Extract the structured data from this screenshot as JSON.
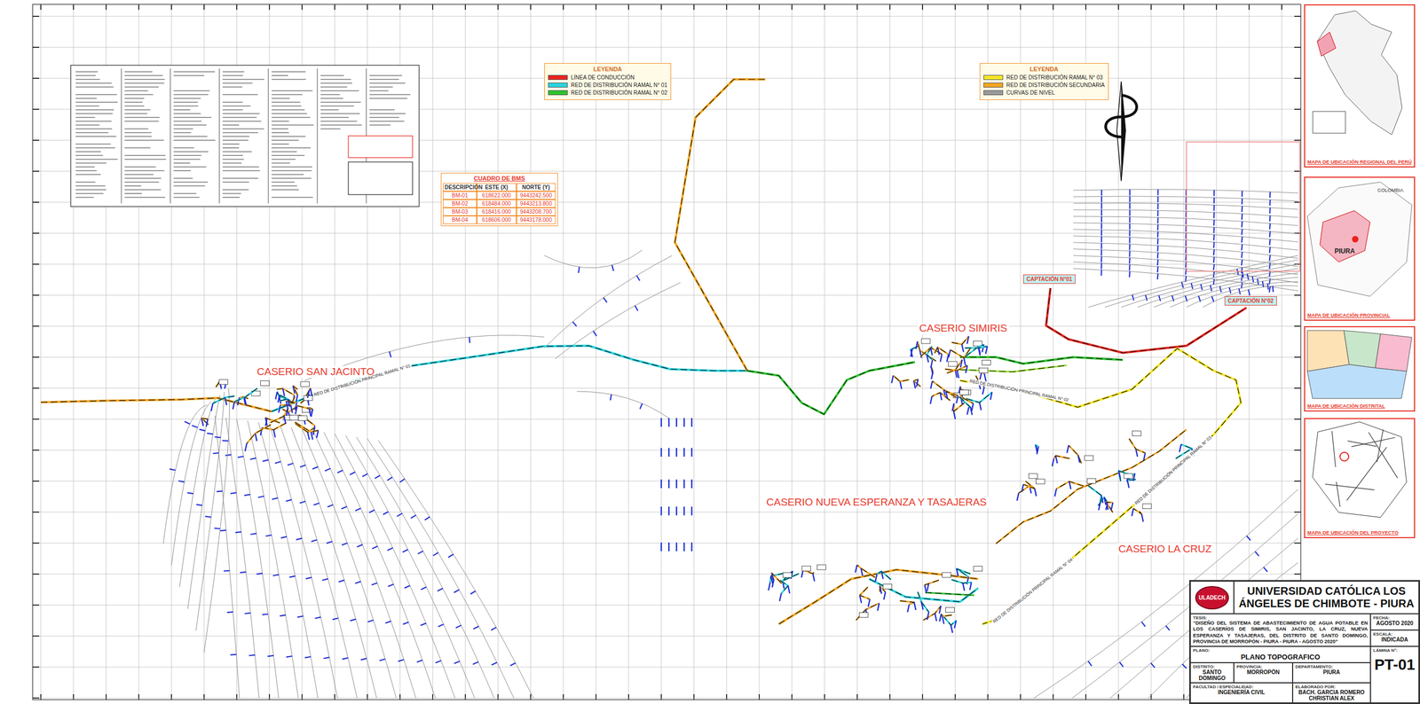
{
  "diagram": {
    "nodes": [
      {
        "text": [
          "CUADRO DE BMS"
        ]
      },
      {
        "text": [
          "LEYENDA"
        ]
      },
      {
        "text": [
          "LEYENDA"
        ]
      },
      {
        "text": [
          "CAPTACIÓN N°01"
        ]
      },
      {
        "text": [
          "CAPTACIÓN N°02"
        ]
      },
      {
        "text": [
          "MAPA DE UBICACIÓN REGIONAL DEL PERÚ"
        ]
      },
      {
        "text": [
          "MAPA DE UBICACIÓN PROVINCIAL"
        ]
      },
      {
        "text": [
          "MAPA DE UBICACIÓN DISTRITAL"
        ]
      },
      {
        "text": [
          "MAPA DE UBICACIÓN DEL PROYECTO"
        ]
      },
      {
        "text": [
          "UNIVERSIDAD CATÓLICA LOS ÁNGELES DE CHIMBOTE - PIURA"
        ]
      },
      {
        "text": [
          "ULADECH"
        ],
        "in": 9
      },
      {
        "text": [
          "TESIS:",
          "“DISEÑO DEL SISTEMA DE ABASTECIMIENTO DE AGUA POTABLE EN LOS CASERÍOS DE SIMIRIS, SAN JACINTO, LA CRUZ, NUEVA ESPERANZA Y TASAJERAS, DEL DISTRITO DE SANTO DOMINGO, PROVINCIA DE MORROPÓN - PIURA - PIURA - AGOSTO 2020”"
        ],
        "in": 9
      },
      {
        "text": [
          "PLANO:",
          "PLANO TOPOGRAFICO"
        ],
        "in": 9
      },
      {
        "text": [
          "DISTRITO:",
          "SANTO DOMINGO"
        ],
        "in": 9
      },
      {
        "text": [
          "PROVINCIA:",
          "MORROPÓN"
        ],
        "in": 9
      },
      {
        "text": [
          "DEPARTAMENTO:",
          "PIURA"
        ],
        "in": 9
      },
      {
        "text": [
          "FACULTAD / ESPECIALIDAD:",
          "INGENIERÍA CIVIL"
        ],
        "in": 9
      },
      {
        "text": [
          "ELABORADO POR:",
          "BACH. GARCIA ROMERO CHRISTIAN ALEX"
        ],
        "in": 9
      },
      {
        "text": [
          "FECHA:",
          "AGOSTO 2020"
        ],
        "in": 9
      },
      {
        "text": [
          "ESCALA:",
          "INDICADA"
        ],
        "in": 9
      },
      {
        "text": [
          "LÁMINA N°:",
          "PT-01"
        ],
        "in": 9
      }
    ],
    "labels": [
      "CASERIO SAN JACINTO",
      "CASERIO SIMIRIS",
      "CASERIO NUEVA ESPERANZA Y TASAJERAS",
      "CASERIO LA CRUZ",
      "RED DE DISTRIBUCIÓN PRINCIPAL RAMAL N° 01",
      "RED DE DISTRIBUCIÓN PRINCIPAL RAMAL N° 02",
      "RED DE DISTRIBUCIÓN PRINCIPAL RAMAL N° 03",
      "RED DE DISTRIBUCIÓN PRINCIPAL RAMAL N° 04",
      "DESCRIPCIÓN",
      "ESTE (X)",
      "NORTE (Y)",
      "BM-01",
      "618622.000",
      "9443242.500",
      "BM-02",
      "618484.000",
      "9443213.800",
      "BM-03",
      "618416.000",
      "9443208.700",
      "BM-04",
      "618606.000",
      "9443178.000",
      "PIURA",
      "COLOMBIA"
    ],
    "legend": [
      {
        "text": "LÍNEA DE CONDUCCIÓN",
        "color": "#e8241c"
      },
      {
        "text": "RED DE DISTRIBUCIÓN RAMAL N° 01",
        "color": "#2ad4e0"
      },
      {
        "text": "RED DE DISTRIBUCIÓN RAMAL N° 02",
        "color": "#2fc22f"
      },
      {
        "text": "RED DE DISTRIBUCIÓN RAMAL N° 03",
        "color": "#f5e625"
      },
      {
        "text": "RED DE DISTRIBUCIÓN SECUNDARIA",
        "color": "#f5a623"
      },
      {
        "text": "CURVAS DE NIVEL",
        "color": "#9a9a9a"
      }
    ]
  }
}
